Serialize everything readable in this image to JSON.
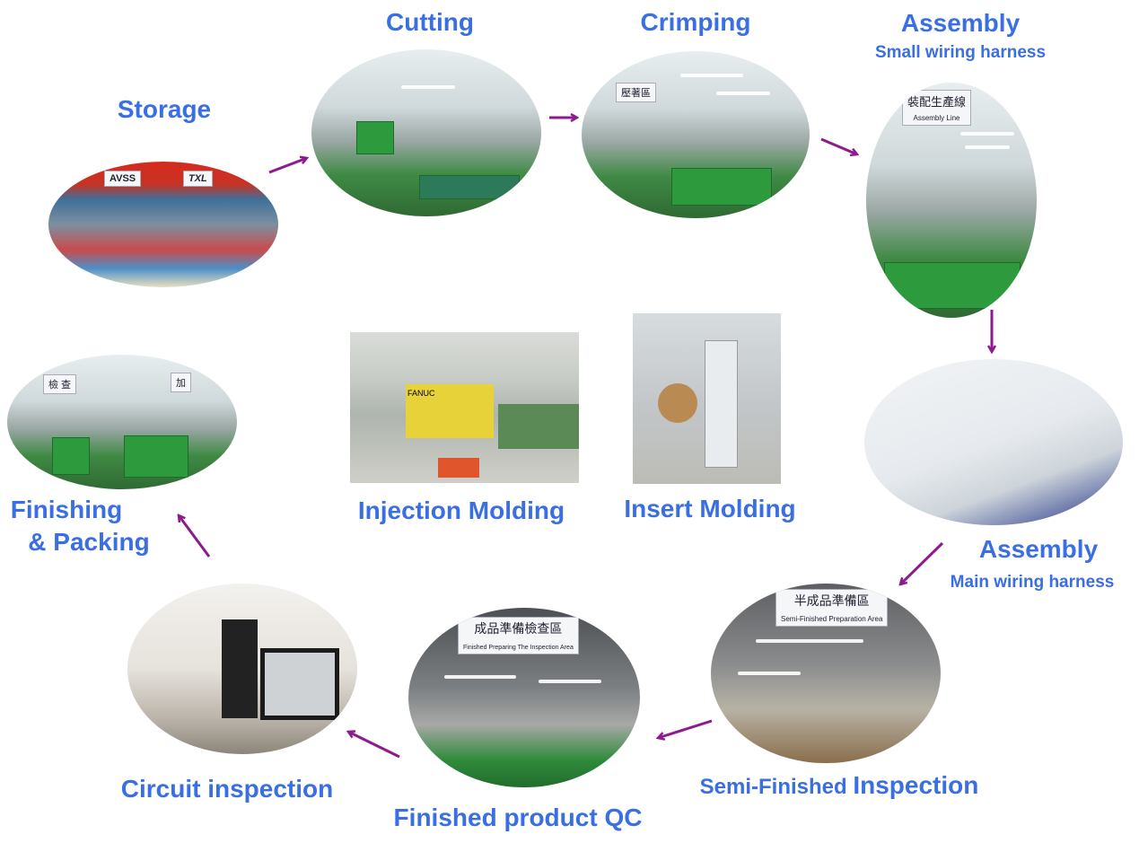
{
  "steps": {
    "storage": {
      "title": "Storage",
      "sign1": "AVSS",
      "sign2": "TXL"
    },
    "cutting": {
      "title": "Cutting"
    },
    "crimping": {
      "title": "Crimping",
      "sign": "壓著區"
    },
    "assembly_small": {
      "title": "Assembly",
      "subtitle": "Small wiring harness",
      "sign": "裝配生產線",
      "sign_en": "Assembly Line"
    },
    "assembly_main": {
      "title": "Assembly",
      "subtitle": "Main wiring harness"
    },
    "semi_finished": {
      "title_small": "Semi-Finished",
      "title_big": "Inspection",
      "sign": "半成品準備區",
      "sign_en": "Semi-Finished Preparation Area"
    },
    "finished_qc": {
      "title": "Finished product QC",
      "sign": "成品準備檢查區",
      "sign_en": "Finished Preparing The Inspection Area"
    },
    "circuit": {
      "title": "Circuit inspection"
    },
    "finishing": {
      "title_line1": "Finishing",
      "title_line2": "& Packing",
      "sign1": "檢 查",
      "sign2": "加"
    },
    "injection": {
      "title": "Injection Molding",
      "brand": "FANUC"
    },
    "insert": {
      "title": "Insert Molding"
    }
  },
  "colors": {
    "label": "#3a6ee3",
    "arrow": "#8e1a8e"
  }
}
